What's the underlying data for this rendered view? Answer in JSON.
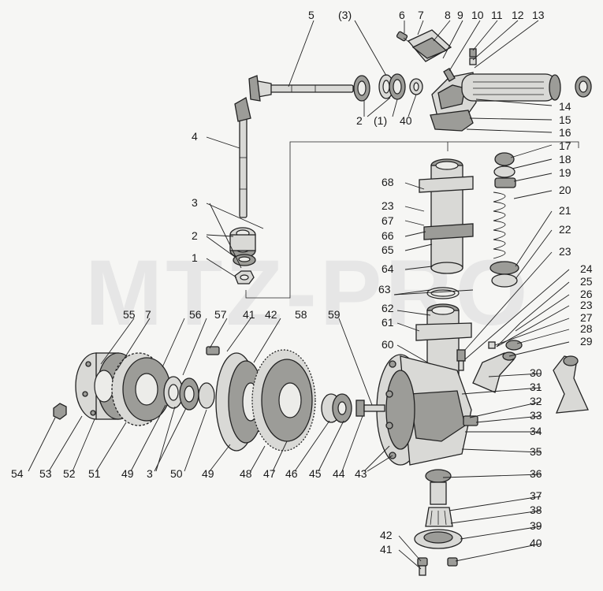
{
  "watermark": "MTZ-PRO",
  "labels": {
    "l5": "5",
    "l3a": "(3)",
    "l6": "6",
    "l7": "7",
    "l8": "8",
    "l9": "9",
    "l10": "10",
    "l11": "11",
    "l12": "12",
    "l13": "13",
    "l2a": "2",
    "l1a": "(1)",
    "l40a": "40",
    "l14": "14",
    "l15": "15",
    "l16": "16",
    "l17": "17",
    "l18": "18",
    "l19": "19",
    "l20": "20",
    "l21": "21",
    "l22": "22",
    "l23a": "23",
    "l24": "24",
    "l25": "25",
    "l26": "26",
    "l23b": "23",
    "l27": "27",
    "l28": "28",
    "l29": "29",
    "l30": "30",
    "l31": "31",
    "l32": "32",
    "l33": "33",
    "l34": "34",
    "l35": "35",
    "l36": "36",
    "l37": "37",
    "l38": "38",
    "l39": "39",
    "l40b": "40",
    "l42b": "42",
    "l41b": "41",
    "l4": "4",
    "l3b": "3",
    "l2b": "2",
    "l1b": "1",
    "l68": "68",
    "l23c": "23",
    "l67": "67",
    "l66": "66",
    "l65": "65",
    "l64": "64",
    "l63": "63",
    "l62": "62",
    "l61": "61",
    "l60": "60",
    "l59": "59",
    "l55": "55",
    "l7b": "7",
    "l56": "56",
    "l57": "57",
    "l41a": "41",
    "l42a": "42",
    "l58": "58",
    "l54": "54",
    "l53": "53",
    "l52": "52",
    "l51": "51",
    "l49a": "49",
    "l3c": "3",
    "l50": "50",
    "l49b": "49",
    "l48": "48",
    "l47": "47",
    "l46": "46",
    "l45": "45",
    "l44": "44",
    "l43": "43"
  }
}
